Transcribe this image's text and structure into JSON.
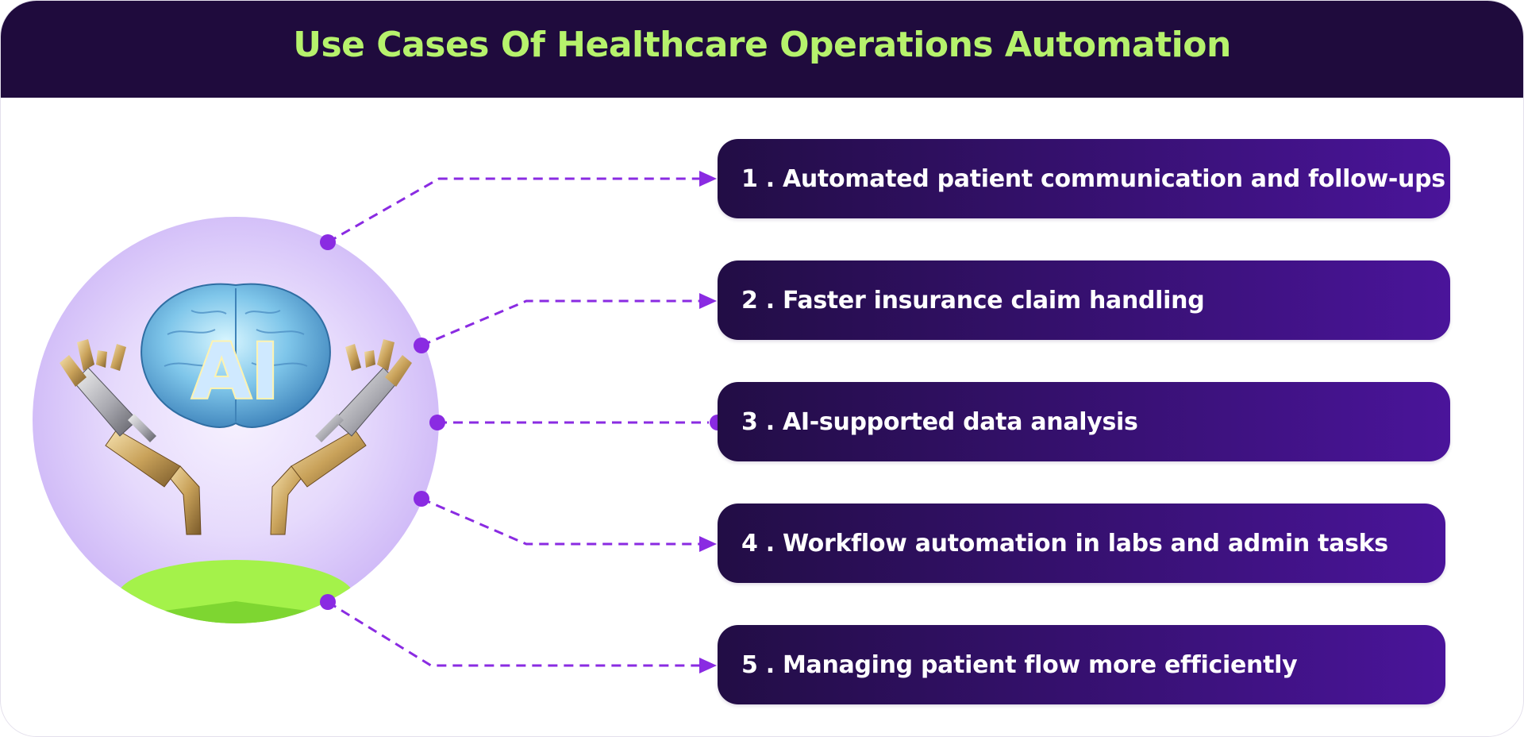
{
  "header": {
    "title": "Use Cases Of Healthcare Operations Automation"
  },
  "illustration": {
    "badge_text": "AI"
  },
  "use_cases": [
    {
      "label": "1 . Automated patient communication and follow-ups"
    },
    {
      "label": "2 . Faster insurance claim handling"
    },
    {
      "label": "3 . AI-supported data analysis"
    },
    {
      "label": "4 . Workflow automation in labs and admin tasks"
    },
    {
      "label": "5 . Managing patient flow more efficiently"
    }
  ],
  "colors": {
    "header_bg": "#1f0b3d",
    "title": "#b6f26c",
    "card_start": "#220d45",
    "card_end": "#4a149a",
    "connector": "#8a2be2",
    "circle_bg": "#d8c6f9",
    "ground": "#a4f24a"
  },
  "icons": [
    "ai-brain-icon",
    "robot-hand-icon"
  ]
}
